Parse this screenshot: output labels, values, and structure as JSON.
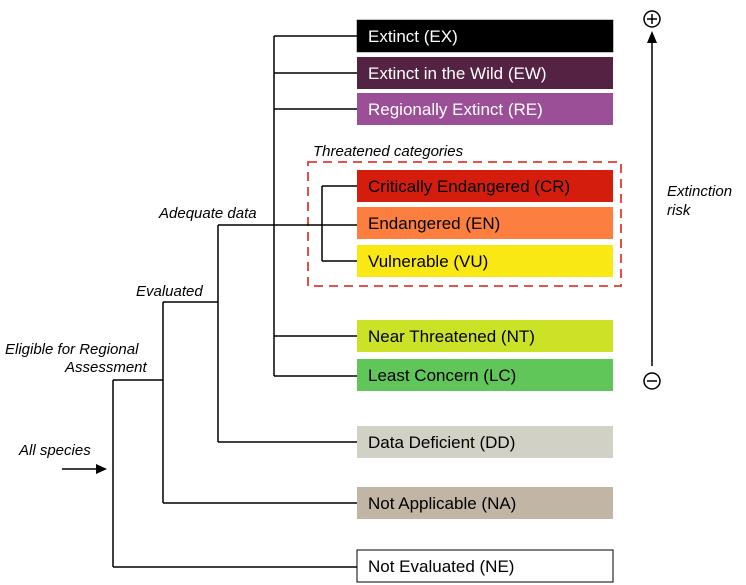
{
  "categories": [
    {
      "id": "ex",
      "label": "Extinct (EX)",
      "fill": "#000000",
      "text_color": "#ffffff"
    },
    {
      "id": "ew",
      "label": "Extinct in the Wild (EW)",
      "fill": "#542344",
      "text_color": "#ffffff"
    },
    {
      "id": "re",
      "label": "Regionally Extinct (RE)",
      "fill": "#9b4f96",
      "text_color": "#ffffff"
    },
    {
      "id": "cr",
      "label": "Critically Endangered (CR)",
      "fill": "#d51d0d",
      "text_color": "#000000"
    },
    {
      "id": "en",
      "label": "Endangered (EN)",
      "fill": "#fc7f3f",
      "text_color": "#000000"
    },
    {
      "id": "vu",
      "label": "Vulnerable (VU)",
      "fill": "#f9e814",
      "text_color": "#000000"
    },
    {
      "id": "nt",
      "label": "Near Threatened (NT)",
      "fill": "#cce226",
      "text_color": "#000000"
    },
    {
      "id": "lc",
      "label": "Least Concern (LC)",
      "fill": "#60c659",
      "text_color": "#000000"
    },
    {
      "id": "dd",
      "label": "Data Deficient (DD)",
      "fill": "#d1d1c6",
      "text_color": "#000000"
    },
    {
      "id": "na",
      "label": "Not Applicable (NA)",
      "fill": "#c1b5a5",
      "text_color": "#000000"
    },
    {
      "id": "ne",
      "label": "Not Evaluated (NE)",
      "fill": "#ffffff",
      "text_color": "#000000"
    }
  ],
  "labels": {
    "threatened": "Threatened categories",
    "adequate": "Adequate data",
    "evaluated": "Evaluated",
    "eligible_line1": "Eligible for Regional",
    "eligible_line2": "Assessment",
    "all_species": "All species",
    "risk_line1": "Extinction",
    "risk_line2": "risk",
    "plus_symbol": "+",
    "minus_symbol": "−"
  },
  "colors": {
    "threatened_border": "#e03c31"
  },
  "icons": {
    "plus": "plus-circle-icon",
    "minus": "minus-circle-icon",
    "arrow": "arrow-right-icon"
  }
}
